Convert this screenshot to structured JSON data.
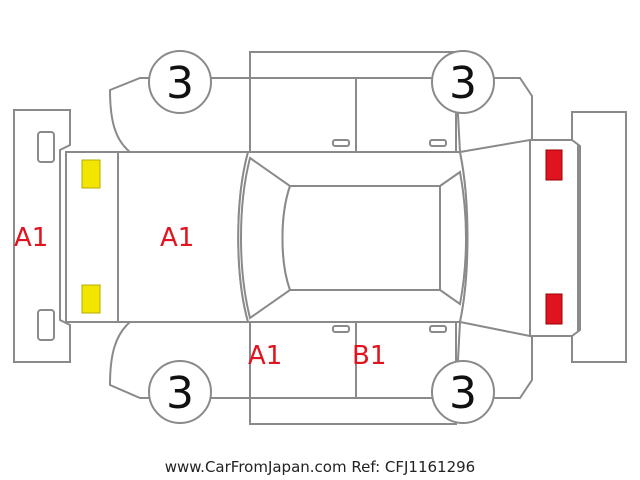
{
  "colors": {
    "outline": "#8a8a8a",
    "damage_text": "#e0141e",
    "front_lamp": "#f2e600",
    "rear_lamp": "#e0141e",
    "tyre_text": "#111111"
  },
  "tyres": {
    "front_left": "3",
    "rear_left": "3",
    "front_right": "3",
    "rear_right": "3"
  },
  "damage_marks": {
    "front_bumper": "A1",
    "hood": "A1",
    "front_door": "A1",
    "rear_door": "B1"
  },
  "footer": {
    "caption": "www.CarFromJapan.com Ref: CFJ1161296"
  }
}
